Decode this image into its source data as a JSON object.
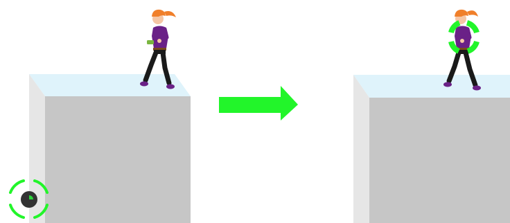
{
  "scene": {
    "panels": [
      {
        "id": "before",
        "character_state": "standing",
        "indicator": "none"
      },
      {
        "id": "after",
        "character_state": "standing",
        "indicator": "green-ring"
      }
    ],
    "transition_arrow": {
      "icon": "right-arrow-icon",
      "color": "#22f52a"
    },
    "action_button": {
      "icon": "dodge-button-icon",
      "ring_color": "#22f52a",
      "center_color": "#333333",
      "accent_color": "#2ad43a"
    }
  },
  "colors": {
    "block_top": "#dff3fb",
    "block_front": "#c6c6c6",
    "block_side": "#e6e6e6",
    "hair": "#f07f2a",
    "shirt": "#6a2187",
    "pants": "#1a1a1a",
    "shoes": "#6a2187",
    "skin": "#f5c6a5",
    "highlight": "#22f52a"
  }
}
